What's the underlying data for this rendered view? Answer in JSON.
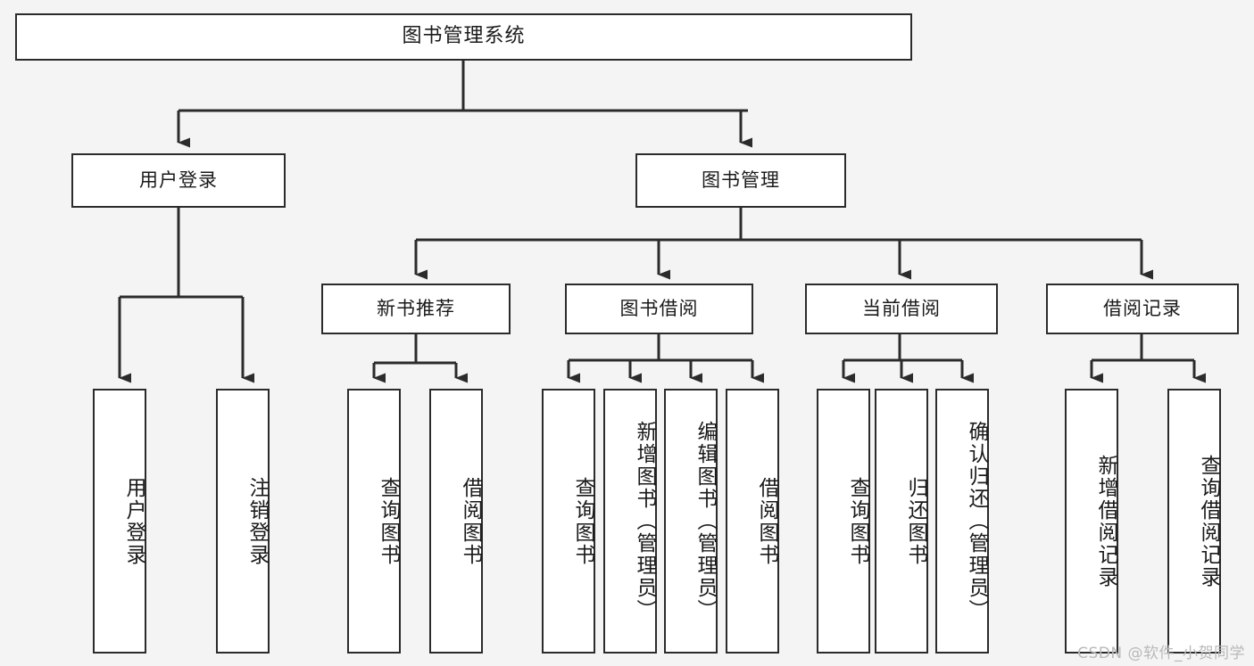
{
  "diagram": {
    "type": "tree",
    "title": "图书管理系统",
    "watermark": "CSDN @软件_小贺同学",
    "colors": {
      "background": "#f4f4f4",
      "node_fill": "#ffffff",
      "node_stroke": "#2b2b2b",
      "connector": "#2b2b2b",
      "text": "#1a1a1a",
      "watermark": "#b9b9b9"
    },
    "nodes": {
      "root": {
        "label": "图书管理系统"
      },
      "level2": [
        {
          "id": "user-login",
          "label": "用户登录"
        },
        {
          "id": "book-manage",
          "label": "图书管理"
        }
      ],
      "level3": [
        {
          "id": "new-book-rec",
          "label": "新书推荐"
        },
        {
          "id": "book-borrow",
          "label": "图书借阅"
        },
        {
          "id": "current-borrow",
          "label": "当前借阅"
        },
        {
          "id": "borrow-record",
          "label": "借阅记录"
        }
      ],
      "leaves": {
        "user_login": [
          {
            "id": "leaf-user-login",
            "label": "用户登录"
          },
          {
            "id": "leaf-logout",
            "label": "注销登录"
          }
        ],
        "new_book_rec": [
          {
            "id": "leaf-query-book-1",
            "label": "查询图书"
          },
          {
            "id": "leaf-borrow-book-1",
            "label": "借阅图书"
          }
        ],
        "book_borrow": [
          {
            "id": "leaf-query-book-2",
            "label": "查询图书"
          },
          {
            "id": "leaf-add-book",
            "label": "新增图书（管理员）"
          },
          {
            "id": "leaf-edit-book",
            "label": "编辑图书（管理员）"
          },
          {
            "id": "leaf-borrow-book-2",
            "label": "借阅图书"
          }
        ],
        "current_borrow": [
          {
            "id": "leaf-query-book-3",
            "label": "查询图书"
          },
          {
            "id": "leaf-return-book",
            "label": "归还图书"
          },
          {
            "id": "leaf-confirm-return",
            "label": "确认归还（管理员）"
          }
        ],
        "borrow_record": [
          {
            "id": "leaf-add-record",
            "label": "新增借阅记录"
          },
          {
            "id": "leaf-query-record",
            "label": "查询借阅记录"
          }
        ]
      }
    }
  }
}
